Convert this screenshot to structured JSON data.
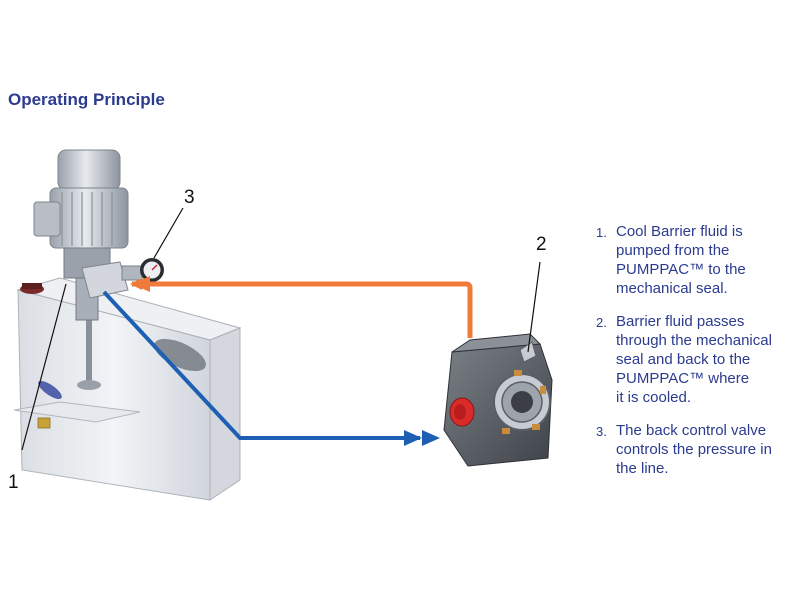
{
  "title": "Operating Principle",
  "callouts": {
    "one": "1",
    "two": "2",
    "three": "3"
  },
  "steps": [
    {
      "number": "1.",
      "text": "Cool Barrier fluid is\npumped from the\nPUMPPAC™ to the\nmechanical seal."
    },
    {
      "number": "2.",
      "text": "Barrier fluid passes\nthrough the mechanical\nseal and back to the\nPUMPPAC™ where\nit is cooled."
    },
    {
      "number": "3.",
      "text": "The back control valve\ncontrols the pressure in\nthe line."
    }
  ],
  "colors": {
    "text": "#2b3b8f",
    "supply_line": "#1f5fb3",
    "return_line": "#f07a3a",
    "tank": "#e4e7ec",
    "motor": "#c9ced6",
    "seal": "#5b5f66",
    "plug": "#d92b2b"
  },
  "icons": [
    "pump-motor-icon",
    "barrier-tank-icon",
    "mechanical-seal-icon",
    "pressure-gauge-icon",
    "control-valve-icon"
  ]
}
